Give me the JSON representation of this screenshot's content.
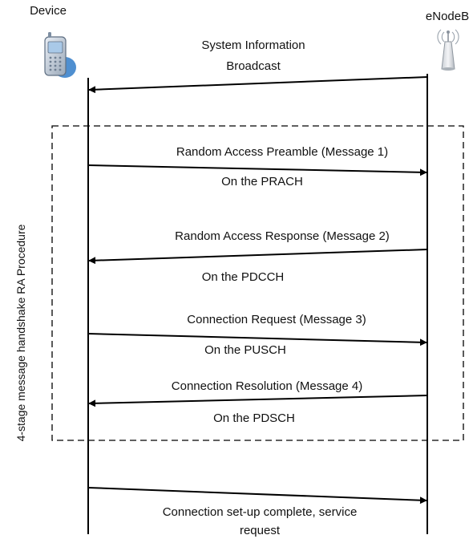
{
  "participants": {
    "device": "Device",
    "enodeb": "eNodeB"
  },
  "icons": {
    "device": "mobile-phone-icon",
    "enodeb": "antenna-tower-icon"
  },
  "procedure": {
    "label": "4-stage message handshake RA  Procedure"
  },
  "messages": [
    {
      "direction": "enodeb-to-device",
      "title_line1": "System Information",
      "title_line2": "Broadcast"
    },
    {
      "direction": "device-to-enodeb",
      "title": "Random Access Preamble (Message 1)",
      "channel": "On the PRACH"
    },
    {
      "direction": "enodeb-to-device",
      "title": "Random Access Response (Message 2)",
      "channel": "On the PDCCH"
    },
    {
      "direction": "device-to-enodeb",
      "title": "Connection Request (Message 3)",
      "channel": "On the PUSCH"
    },
    {
      "direction": "enodeb-to-device",
      "title": "Connection Resolution  (Message 4)",
      "channel": "On the PDSCH"
    },
    {
      "direction": "device-to-enodeb",
      "caption_line1": "Connection set-up complete, service",
      "caption_line2": "request"
    }
  ]
}
